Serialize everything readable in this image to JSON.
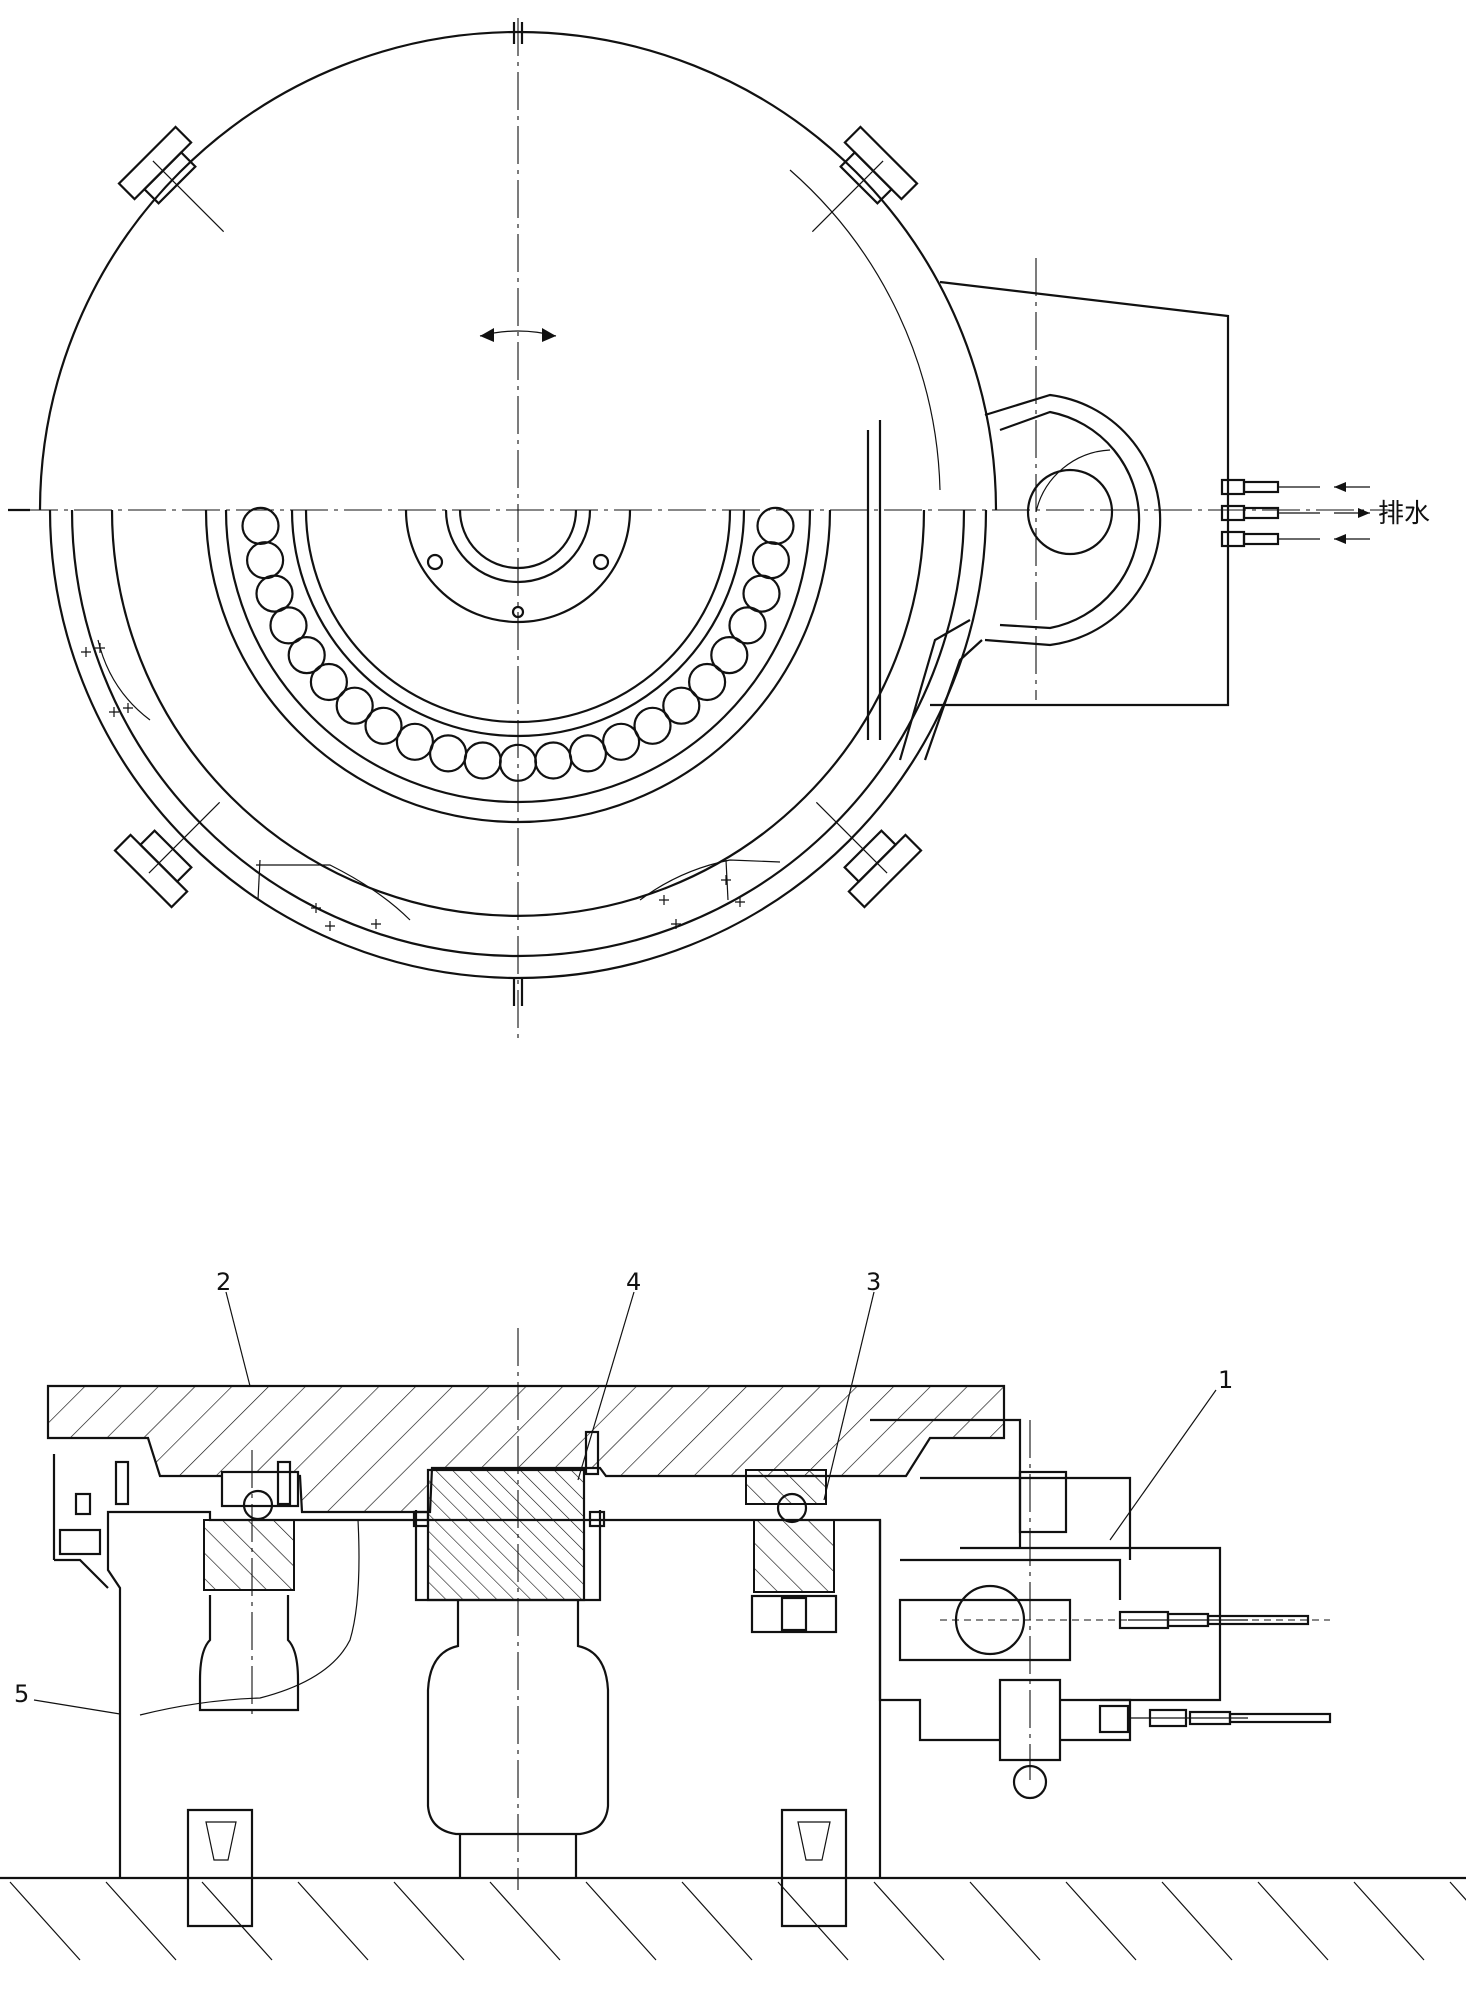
{
  "labels": {
    "part1": "1",
    "part2": "2",
    "part3": "3",
    "part4": "4",
    "part5": "5",
    "drain": "排水"
  },
  "colors": {
    "line": "#111111",
    "background": "#ffffff"
  }
}
